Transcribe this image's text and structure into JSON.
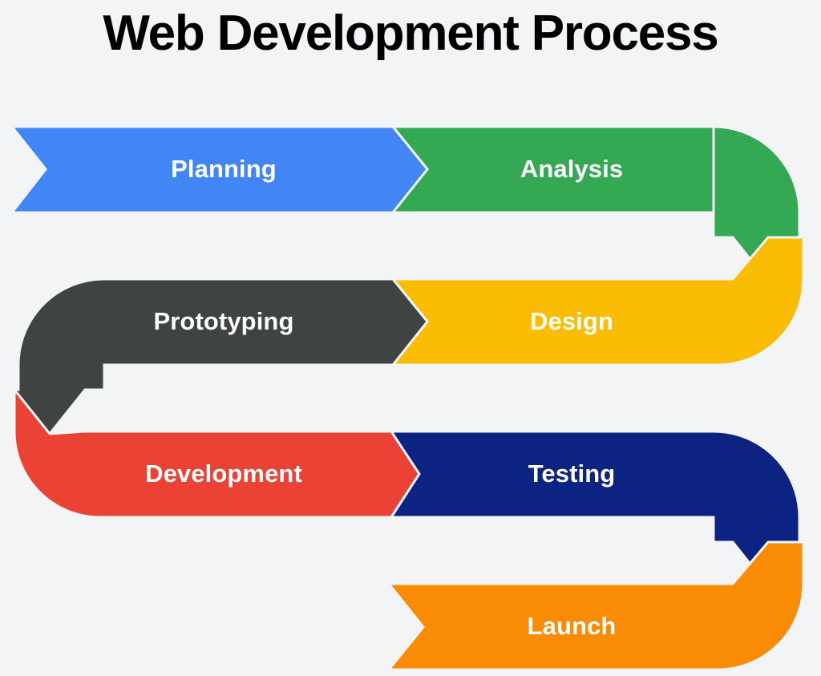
{
  "title": "Web Development Process",
  "background_color": "#f2f4f5",
  "title_color": "#000000",
  "label_color": "#ffffff",
  "steps": [
    {
      "label": "Planning",
      "color": "#4285f4",
      "row": 1,
      "order": 1
    },
    {
      "label": "Analysis",
      "color": "#34a853",
      "row": 1,
      "order": 2
    },
    {
      "label": "Design",
      "color": "#fbbc04",
      "row": 2,
      "order": 3
    },
    {
      "label": "Prototyping",
      "color": "#3f4442",
      "row": 2,
      "order": 4
    },
    {
      "label": "Development",
      "color": "#ea4335",
      "row": 3,
      "order": 5
    },
    {
      "label": "Testing",
      "color": "#0c2382",
      "row": 3,
      "order": 6
    },
    {
      "label": "Launch",
      "color": "#fa8c05",
      "row": 4,
      "order": 7
    }
  ],
  "chart_data": {
    "type": "diagram",
    "diagram_style": "serpentine-chevron-process-flow",
    "title": "Web Development Process",
    "rows": 4,
    "direction_by_row": [
      "left-to-right",
      "right-to-left",
      "left-to-right",
      "left-to-right"
    ],
    "stages": [
      "Planning",
      "Analysis",
      "Design",
      "Prototyping",
      "Development",
      "Testing",
      "Launch"
    ],
    "stage_colors": [
      "#4285f4",
      "#34a853",
      "#fbbc04",
      "#3f4442",
      "#ea4335",
      "#0c2382",
      "#fa8c05"
    ]
  }
}
